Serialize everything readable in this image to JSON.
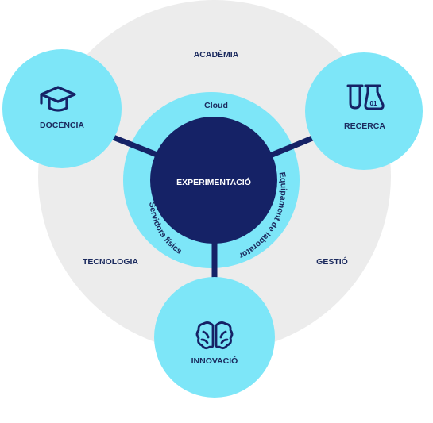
{
  "rings": {
    "outer": {
      "top_label": "ACADÈMIA",
      "left_label": "TECNOLOGIA",
      "right_label": "GESTIÓ"
    },
    "middle": {
      "top_label": "Cloud",
      "left_arc_label": "Servidors físics",
      "right_arc_label": "Equipament de laboratori"
    },
    "center": {
      "label": "EXPERIMENTACIÓ"
    }
  },
  "satellites": [
    {
      "id": "docencia",
      "label": "DOCÈNCIA",
      "icon": "graduation-cap-icon"
    },
    {
      "id": "recerca",
      "label": "RECERCA",
      "icon": "lab-flasks-icon",
      "icon_text": "01"
    },
    {
      "id": "innovacio",
      "label": "INNOVACIÓ",
      "icon": "brain-icon"
    }
  ],
  "colors": {
    "outer_ring": "#ececec",
    "middle_ring": "#7de6f8",
    "center": "#152266",
    "satellite": "#7de6f8",
    "connector": "#152266",
    "text_dark": "#1b2a5e",
    "text_light": "#ffffff"
  }
}
